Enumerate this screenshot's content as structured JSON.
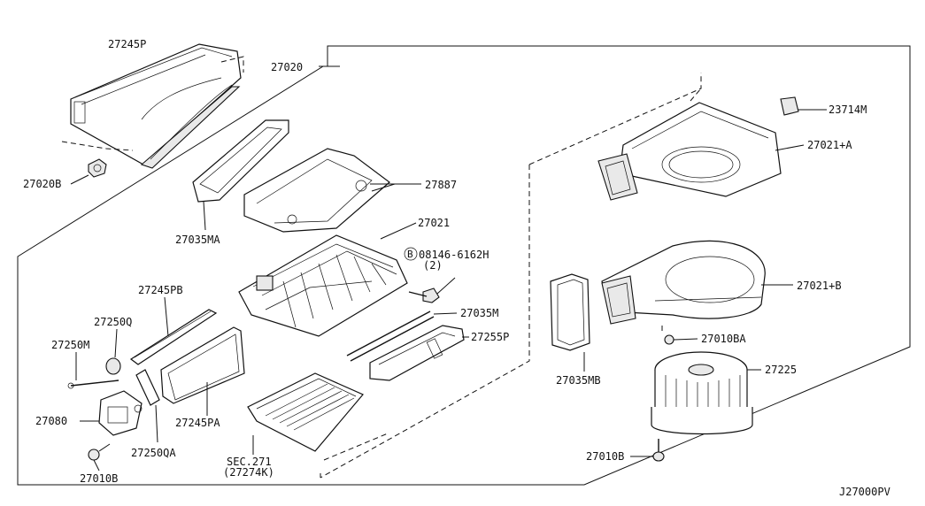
{
  "diagram": {
    "code": "J27000PV",
    "labels": {
      "p27245P": "27245P",
      "p27020": "27020",
      "p27020B": "27020B",
      "p27887": "27887",
      "p27035MA": "27035MA",
      "p27021": "27021",
      "bolt_code": "08146-6162H",
      "bolt_mark": "B",
      "bolt_qty": "(2)",
      "p27245PB": "27245PB",
      "p27250Q": "27250Q",
      "p27250M": "27250M",
      "p27080": "27080",
      "p27010B_left": "27010B",
      "p27250QA": "27250QA",
      "p27245PA": "27245PA",
      "sec": "SEC.271",
      "sec_ref": "(27274K)",
      "p27035M": "27035M",
      "p27255P": "27255P",
      "p23714M": "23714M",
      "p27021A": "27021+A",
      "p27021B": "27021+B",
      "p27035MB": "27035MB",
      "p27010BA": "27010BA",
      "p27225": "27225",
      "p27010B_right": "27010B"
    }
  }
}
